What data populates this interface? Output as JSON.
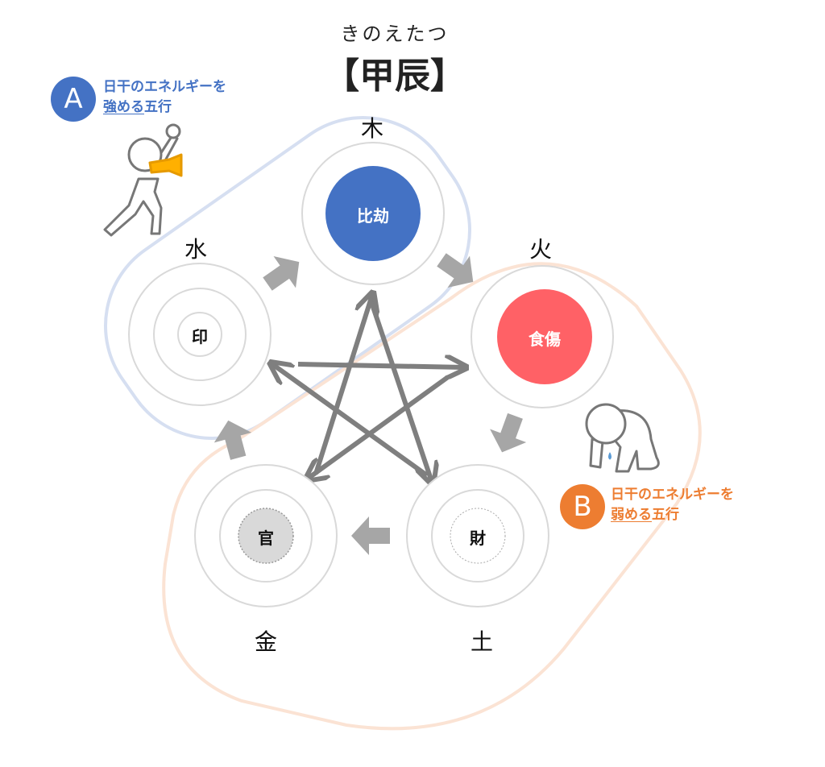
{
  "header": {
    "reading": "きのえたつ",
    "title": "【甲辰】"
  },
  "elements": {
    "wood": "木",
    "fire": "火",
    "earth": "土",
    "metal": "金",
    "water": "水"
  },
  "nodes": {
    "wood": "比劫",
    "fire": "食傷",
    "earth": "財",
    "metal": "官",
    "water": "印"
  },
  "legend_a": {
    "badge": "A",
    "line1": "日干のエネルギーを",
    "line2_underlined": "強める",
    "line2_rest": "五行",
    "color": "#4472C4"
  },
  "legend_b": {
    "badge": "B",
    "line1": "日干のエネルギーを",
    "line2_underlined": "弱める",
    "line2_rest": "五行",
    "color": "#ED7D31"
  },
  "colors": {
    "wood_fill": "#4472C4",
    "fire_fill": "#FF6166",
    "metal_fill": "#D9D9D9",
    "arrow": "#7F7F7F",
    "ring": "#D9D9D9"
  }
}
